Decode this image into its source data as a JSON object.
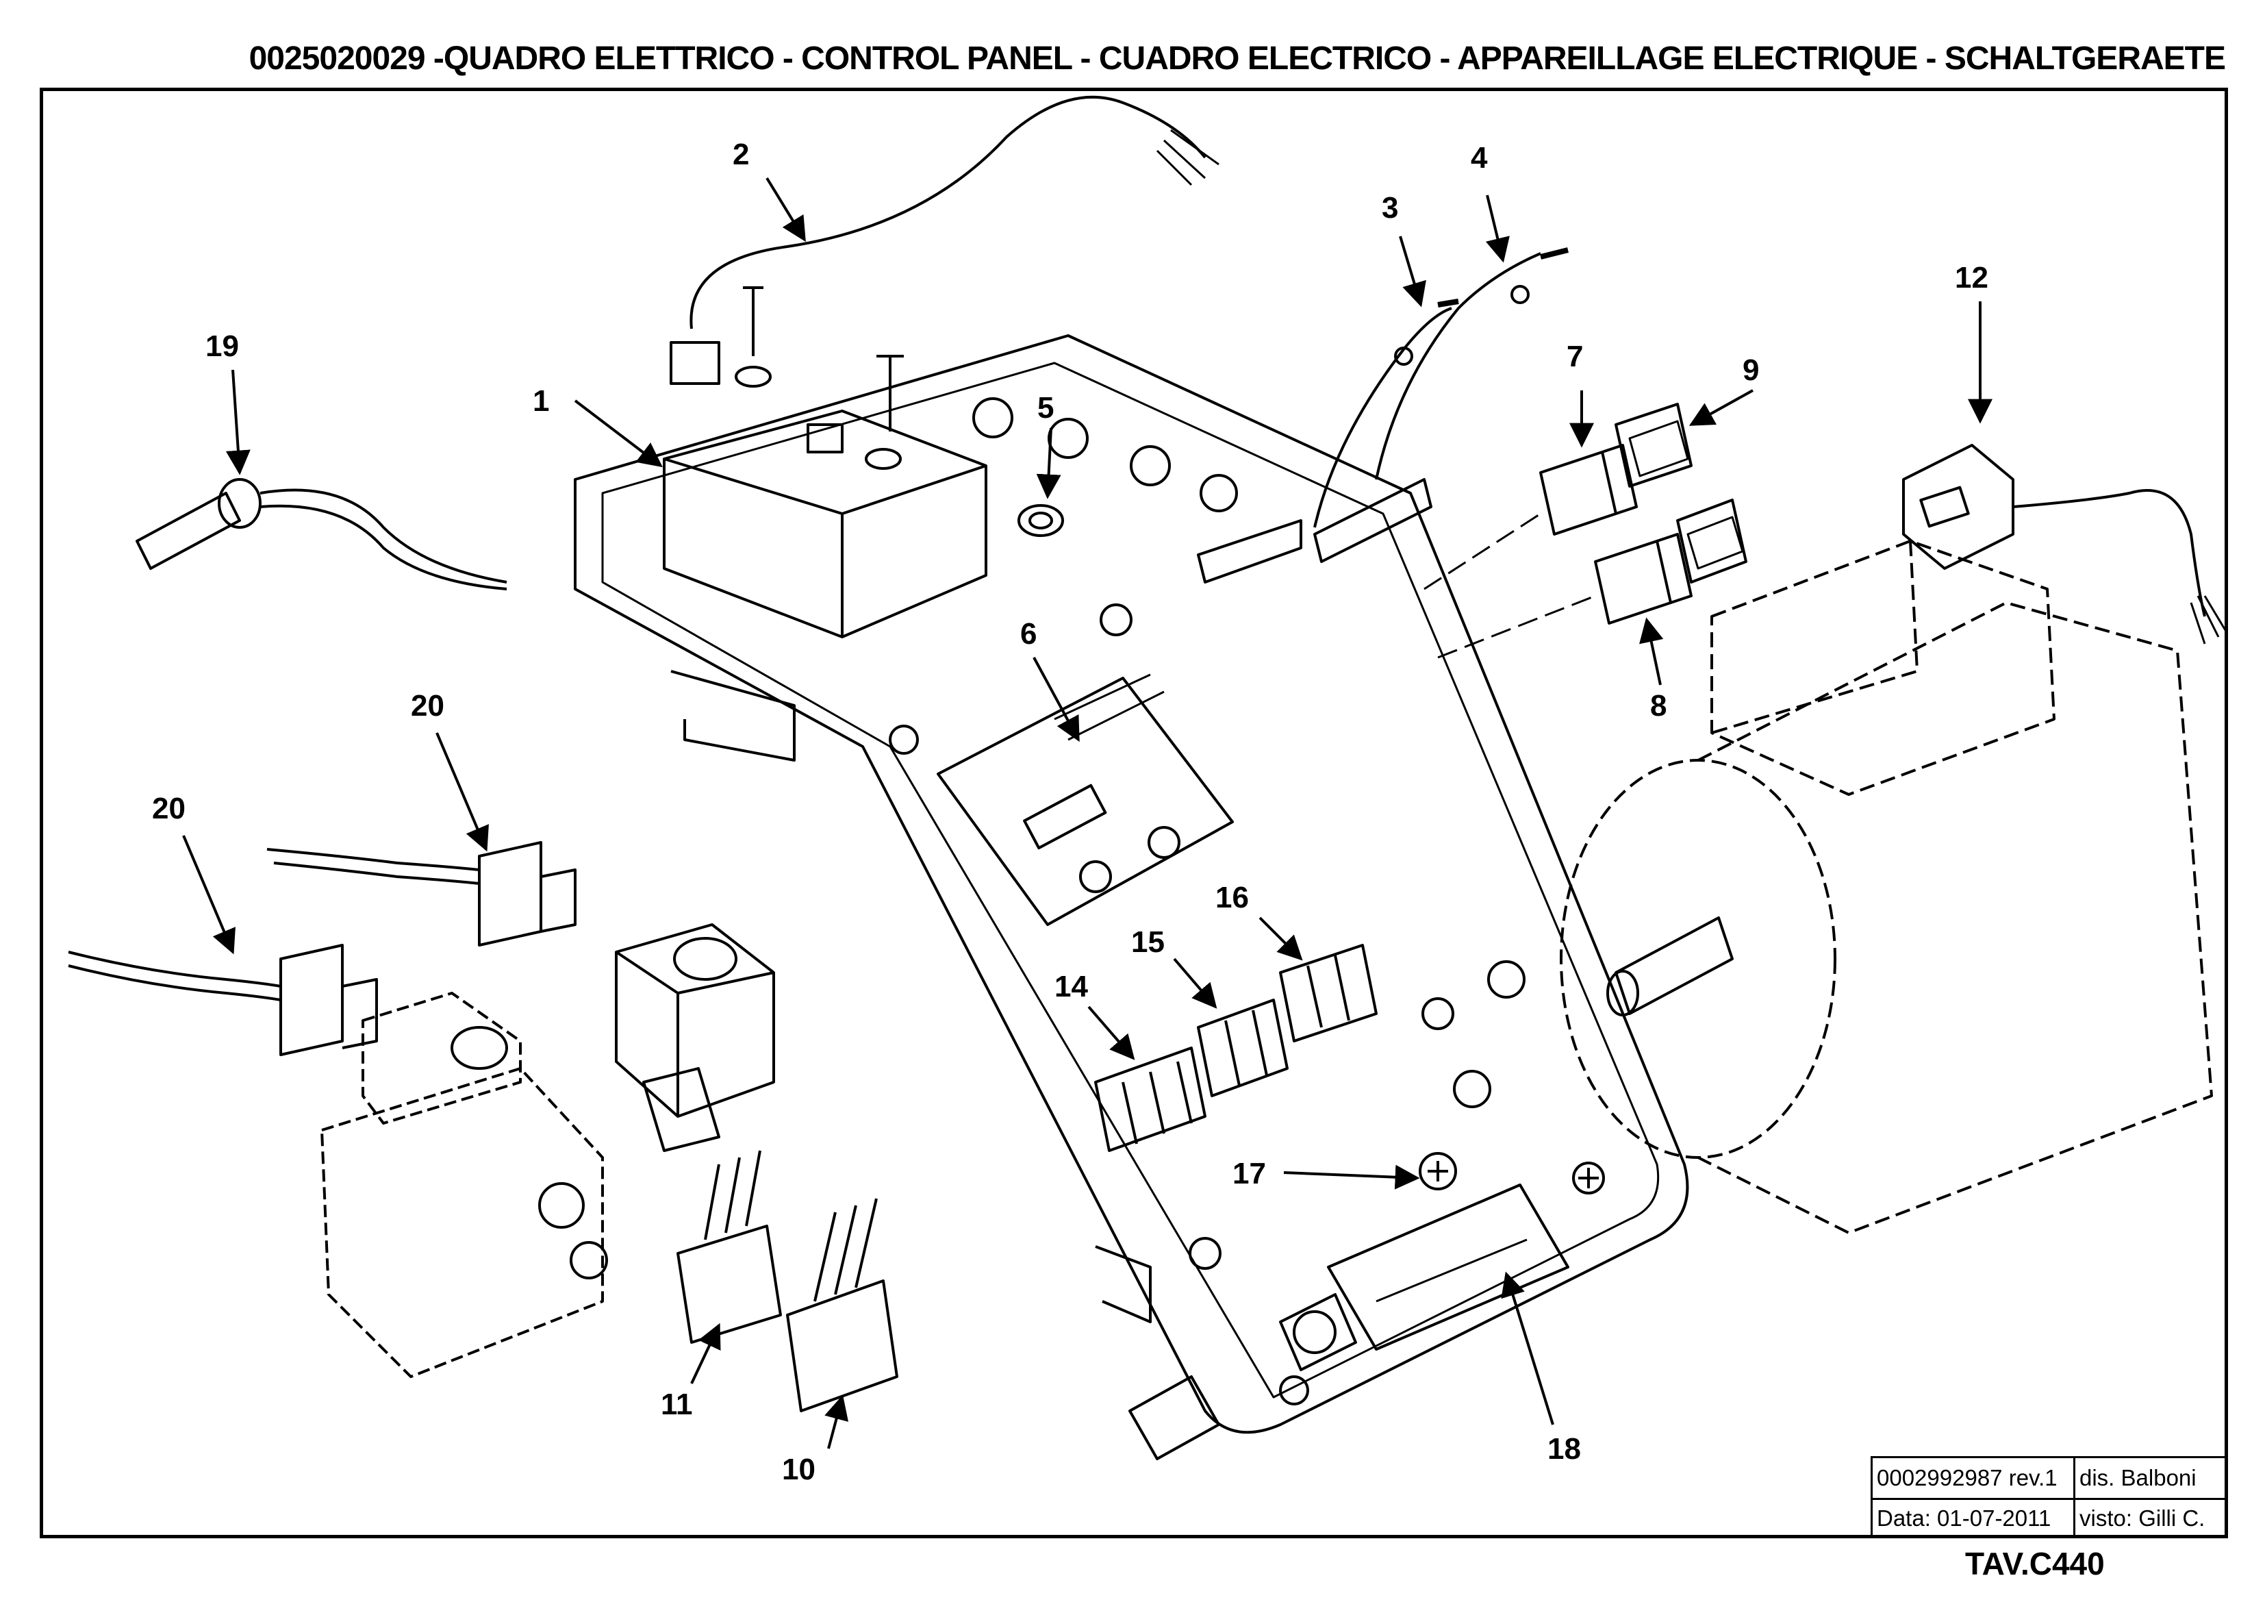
{
  "header": {
    "title": "0025020029 -QUADRO ELETTRICO - CONTROL PANEL - CUADRO ELECTRICO - APPAREILLAGE ELECTRIQUE - SCHALTGERAETE"
  },
  "callouts": {
    "c1": "1",
    "c2": "2",
    "c3": "3",
    "c4": "4",
    "c5": "5",
    "c6": "6",
    "c7": "7",
    "c8": "8",
    "c9": "9",
    "c10": "10",
    "c11": "11",
    "c12": "12",
    "c14": "14",
    "c15": "15",
    "c16": "16",
    "c17": "17",
    "c18": "18",
    "c19": "19",
    "c20a": "20",
    "c20b": "20"
  },
  "title_block": {
    "drawing_number": "0002992987 rev.1",
    "drawn_by": "dis. Balboni",
    "date": "Data: 01-07-2011",
    "checked_by": "visto: Gilli C."
  },
  "sheet_code": "TAV.C440"
}
